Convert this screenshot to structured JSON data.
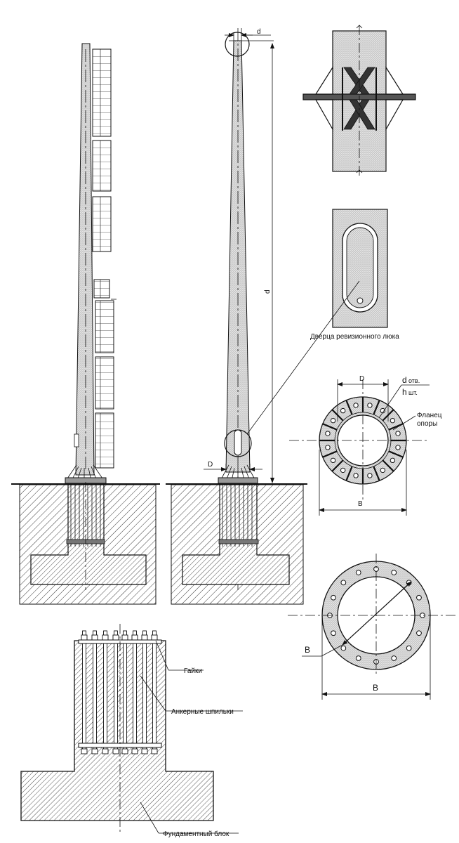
{
  "labels": {
    "door": "Дверца ревизионного люка",
    "flange_line1": "Фланец",
    "flange_line2": "опоры",
    "nuts": "Гайки",
    "anchor_studs": "Анкерные шпильки",
    "foundation_block": "Фундаментный блок"
  },
  "dimensions": {
    "top_d": "d",
    "height_d": "d",
    "base_D": "D",
    "flange_D": "D",
    "hole_d_letter": "d",
    "hole_d_suffix": "отв.",
    "stud_h_letter": "h",
    "stud_h_suffix": "шт.",
    "flange_B": "B",
    "ring_B_bottom": "B",
    "ring_B_diag": "B"
  },
  "colors": {
    "line": "#111111",
    "stipple": "#d9d9d9",
    "background": "#ffffff"
  }
}
